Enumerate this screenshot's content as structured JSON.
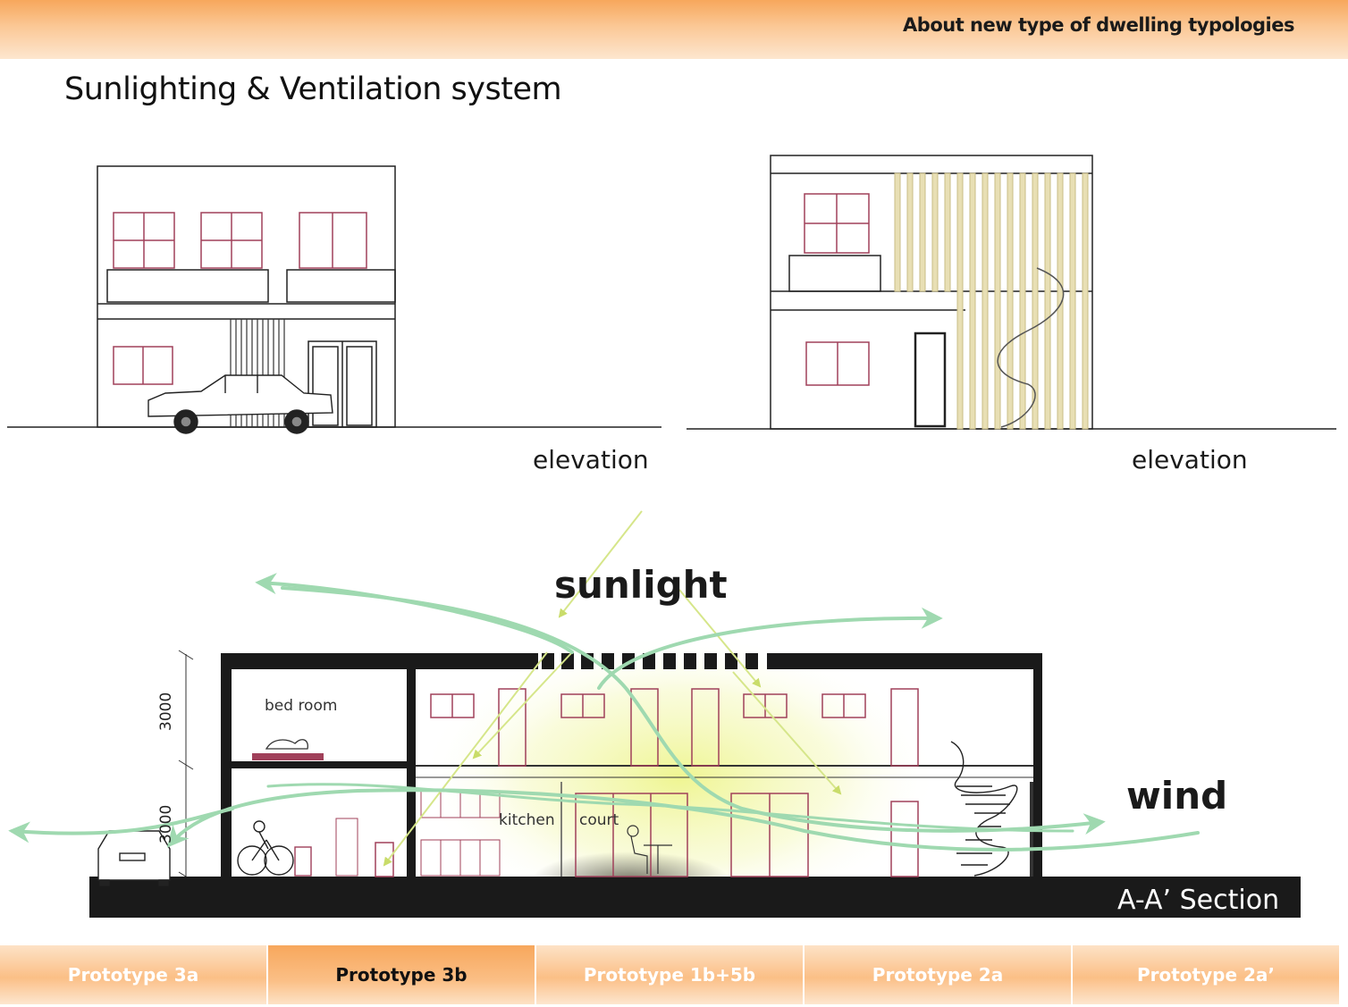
{
  "header": {
    "title": "About new type of dwelling typologies"
  },
  "page": {
    "title": "Sunlighting & Ventilation  system"
  },
  "drawings": {
    "elevation_left_label": "elevation",
    "elevation_right_label": "elevation",
    "sunlight_label": "sunlight",
    "wind_label": "wind",
    "room_bed": "bed room",
    "room_kitchen": "kitchen",
    "room_court": "court",
    "dim_upper": "3000",
    "dim_lower": "3000",
    "section_label": "A-A’ Section"
  },
  "colors": {
    "accent": "#f7a75c",
    "wind": "#9fd9b0",
    "sun": "#d6e68a",
    "window": "#a0405a"
  },
  "tabs": [
    {
      "label": "Prototype 3a",
      "active": false
    },
    {
      "label": "Prototype 3b",
      "active": true
    },
    {
      "label": "Prototype 1b+5b",
      "active": false
    },
    {
      "label": "Prototype 2a",
      "active": false
    },
    {
      "label": "Prototype 2a’",
      "active": false
    }
  ]
}
